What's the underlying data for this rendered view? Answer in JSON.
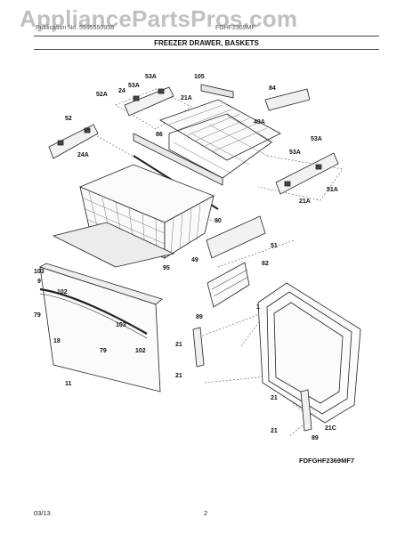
{
  "header": {
    "watermark": "AppliancePartsPros.com",
    "left_text": "Publication No. 5995550958",
    "right_text": "FGHF2369MF",
    "section_title": "FREEZER DRAWER, BASKETS"
  },
  "callouts": {
    "c105": "105",
    "c84": "84",
    "c53a_1": "53A",
    "c24": "24",
    "c53a_2": "53A",
    "c52a": "52A",
    "c21a_1": "21A",
    "c49a": "49A",
    "c52": "52",
    "c86": "86",
    "c53a_3": "53A",
    "c24a": "24A",
    "c53a_4": "53A",
    "c51a": "51A",
    "c21a_2": "21A",
    "c90": "90",
    "c51": "51",
    "c49": "49",
    "c82": "82",
    "c95": "95",
    "c103_1": "103",
    "c9": "9",
    "c102_1": "102",
    "c79_1": "79",
    "c1": "1",
    "c89_1": "89",
    "c18": "18",
    "c103_2": "103",
    "c79_2": "79",
    "c102_2": "102",
    "c21_1": "21",
    "c21_2": "21",
    "c11": "11",
    "c21_3": "21",
    "c21c": "21C",
    "c21_4": "21",
    "c89_2": "89"
  },
  "footer": {
    "model_code": "FDFGHF2369MF7",
    "date": "03/13",
    "page_number": "2"
  }
}
